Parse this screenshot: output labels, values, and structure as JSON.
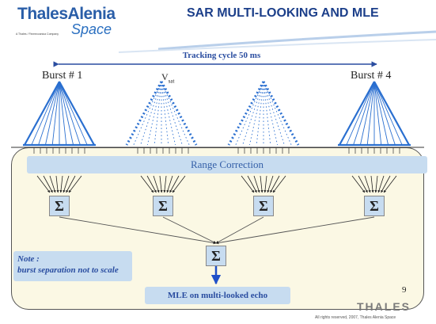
{
  "header": {
    "logo_main": "ThalesAlenia",
    "logo_small": "A Thales / Finmeccanica Company",
    "logo_space": "Space",
    "title": "SAR MULTI-LOOKING AND MLE"
  },
  "diagram": {
    "tracking_cycle": "Tracking cycle 50 ms",
    "burst_left": "Burst # 1",
    "burst_right": "Burst # 4",
    "velocity_label": "V",
    "velocity_sub": "sat",
    "range_correction": "Range Correction",
    "sigma": "Σ",
    "note_line1": "Note :",
    "note_line2": "burst separation not to scale",
    "result": "MLE on multi-looked echo"
  },
  "footer": {
    "page_number": "9",
    "brand": "THALES",
    "rights": "All rights reserved, 2007, Thales Alenia Space"
  },
  "colors": {
    "accent_blue": "#2a6fd0",
    "band": "#c7dcf0",
    "panel": "#fbf8e4",
    "title": "#1c3f8a"
  }
}
